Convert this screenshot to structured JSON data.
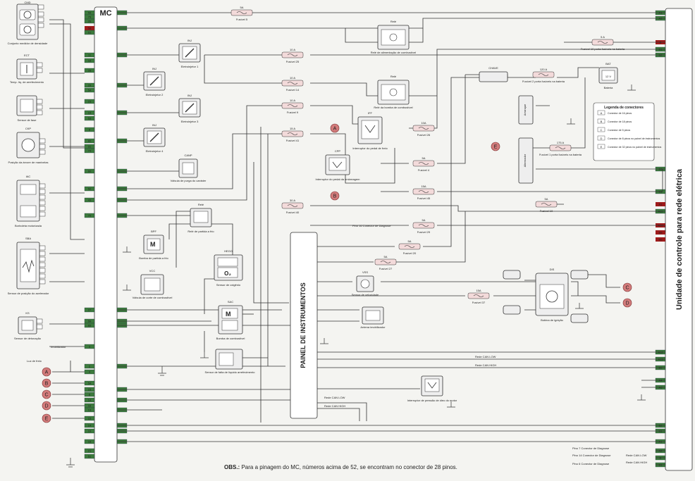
{
  "mc_label": "MC",
  "instrument_panel": "PAINEL DE INSTRUMENTOS",
  "network_unit": "Unidade de controle para rede elétrica",
  "obs_label": "OBS.:",
  "obs_text": "Para a pinagem do  MC, números acima de 52, se encontram no conector de 28 pinos.",
  "left_components": [
    {
      "code": "CMD",
      "name": "Conjunto medidor de densidade"
    },
    {
      "code": "ECT",
      "name": "Temp. liq. de arrefecimento"
    },
    {
      "code": "",
      "name": "Sensor de fase"
    },
    {
      "code": "CKP",
      "name": "Posição da árvore de manivelas"
    },
    {
      "code": "IAC",
      "name": "Borboleta motorizada"
    },
    {
      "code": "SBA",
      "name": "Sensor de posição do acelerador"
    },
    {
      "code": "KS",
      "name": "Sensor de detonação"
    }
  ],
  "injectors": [
    {
      "code": "INJ",
      "name": "Eletroinjetor 1"
    },
    {
      "code": "INJ",
      "name": "Eletroinjetor 2"
    },
    {
      "code": "INJ",
      "name": "Eletroinjetor 3"
    },
    {
      "code": "INJ",
      "name": "Eletroinjetor 4"
    }
  ],
  "center_components": {
    "canp": {
      "code": "CANP",
      "name": "Válvula de purga do canister"
    },
    "rele_partida": {
      "code": "Relé",
      "name": "Relé de partida a frio"
    },
    "bpf": {
      "code": "BPF",
      "name": "Bomba de partida a frio"
    },
    "vcc": {
      "code": "VCC",
      "name": "Válvula de corte de combustível"
    },
    "hego": {
      "code": "HEGO",
      "name": "Sensor de oxigênio",
      "symbol": "O₂"
    },
    "sac": {
      "code": "SAC",
      "name": "Bomba de combustível"
    },
    "sensor_falta": {
      "name": "Sensor de falta de líquido arrefecimento"
    },
    "imobilizador": "Imobilizador",
    "luz_freio": "Luz de freio"
  },
  "relays": [
    {
      "code": "Relé",
      "name": "Relé de alimentação de combustível"
    },
    {
      "code": "Relé",
      "name": "Relé da bomba de combustível"
    }
  ],
  "fuses": [
    {
      "amp": "5A",
      "name": "Fusível 5"
    },
    {
      "amp": "10 A",
      "name": "Fusível 25"
    },
    {
      "amp": "10 A",
      "name": "Fusível 14"
    },
    {
      "amp": "10 A",
      "name": "Fusível 9"
    },
    {
      "amp": "15 A",
      "name": "Fusível 41"
    },
    {
      "amp": "10A",
      "name": "Fusível 26"
    },
    {
      "amp": "5A",
      "name": "Fusível 4"
    },
    {
      "amp": "15A",
      "name": "Fusível 45"
    },
    {
      "amp": "30 A",
      "name": "Fusível 40"
    },
    {
      "amp": "5A",
      "name": "Fusível 29"
    },
    {
      "amp": "5A",
      "name": "Fusível 20"
    },
    {
      "amp": "5A",
      "name": "Fusível 27"
    },
    {
      "amp": "15A",
      "name": "Fusível 37"
    },
    {
      "amp": "5A",
      "name": "Fusível 10"
    },
    {
      "amp": "120 A",
      "name": "Fusível 2 porta fusíveis na bateria"
    },
    {
      "amp": "175 A",
      "name": "Fusível 1 porta fusíveis na bateria"
    },
    {
      "amp": "5 A",
      "name": "Fusível 10 porta fusíveis na bateria"
    }
  ],
  "switches": {
    "iff": {
      "code": "IFF",
      "name": "Interruptor do pedal de freio"
    },
    "cpp": {
      "code": "CPP",
      "name": "Interruptor do pedal da embreagem"
    },
    "vss": {
      "code": "VSS",
      "name": "Sensor de velocidade"
    },
    "oil": {
      "name": "Interruptor de pressão de óleo do motor"
    },
    "antena": {
      "name": "Antena imobilizador"
    }
  },
  "power": {
    "chave": "CHAVE",
    "arranque": "Arranque",
    "alternador": "Alternador",
    "bat": "BAT",
    "bat_voltage": "12 V",
    "bateria": "Bateria",
    "dis": "DIS",
    "bobina": "Bobina de ignição"
  },
  "net_labels": {
    "pino16": "Pino 16 Conector de Diagnose",
    "can_low": "Rede CAN LOW",
    "can_high": "Rede CAN HIGH",
    "pino7": "Pino 7 Conector de Diagnose",
    "pino14": "Pino 14 Conector de Diagnose",
    "pino6": "Pino 6 Conector de Diagnose"
  },
  "markers": [
    "A",
    "B",
    "C",
    "D",
    "E"
  ],
  "legend": {
    "title": "Legenda de conectores",
    "items": [
      {
        "key": "A",
        "text": "Conector de 16 pinos"
      },
      {
        "key": "B",
        "text": "Conector de 18 pinos"
      },
      {
        "key": "C",
        "text": "Conector de 5 pinos"
      },
      {
        "key": "D",
        "text": "Conector de 8 pinos no painel de instrumentos"
      },
      {
        "key": "E",
        "text": "Conector de 32 pinos no painel de instrumentos"
      }
    ]
  },
  "mc_pins": [
    "3",
    "2",
    "4",
    "54",
    "23",
    "8",
    "14",
    "16",
    "13",
    "15",
    "14",
    "19",
    "18",
    "21",
    "51",
    "61",
    "57",
    "55",
    "22",
    "24",
    "61",
    "11",
    "42",
    "41",
    "1",
    "11",
    "8",
    "12",
    "45",
    "33",
    "17",
    "25",
    "37",
    "47",
    "15",
    "28",
    "33",
    "28",
    "12",
    "47",
    "52",
    "31",
    "38",
    "2",
    "26"
  ],
  "mc_pins_right": [
    "59",
    "79",
    "26",
    "58",
    "51",
    "11",
    "18",
    "28",
    "29",
    "54",
    "23",
    "19",
    "53",
    "8",
    "82",
    "31",
    "74",
    "60",
    "52",
    "43",
    "79",
    "27",
    "59",
    "65"
  ],
  "ucre_pins": [
    "A1",
    "A2",
    "B",
    "B1",
    "B2",
    "B3",
    "C1",
    "A1",
    "A11",
    "A10",
    "B8",
    "B6",
    "A12",
    "A13",
    "B5",
    "A4",
    "A6",
    "B2",
    "B1"
  ],
  "colors": {
    "fuse_pink": "#ecc7c7",
    "marker": "#d27b7b",
    "wire": "#333333",
    "connector_red": "#9e1b1b",
    "connector_green": "#3a7a3a"
  }
}
